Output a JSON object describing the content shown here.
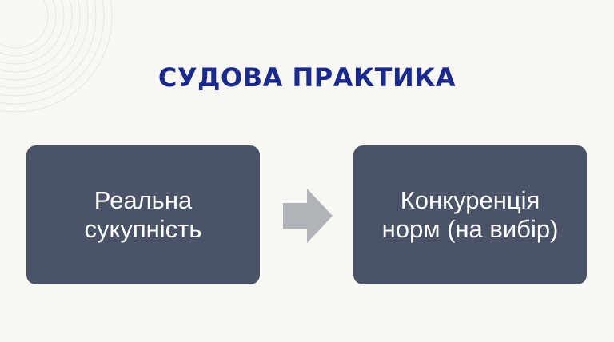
{
  "title": "СУДОВА ПРАКТИКА",
  "flow": {
    "left_box": "Реальна сукупність",
    "right_box": "Конкуренція норм (на вибір)"
  },
  "colors": {
    "background": "#f8f7f4",
    "title": "#1a2a8c",
    "box": "#4a5368",
    "box_text": "#ffffff",
    "arrow": "#b0b3b8"
  },
  "icons": {
    "connector": "right-arrow-icon"
  }
}
